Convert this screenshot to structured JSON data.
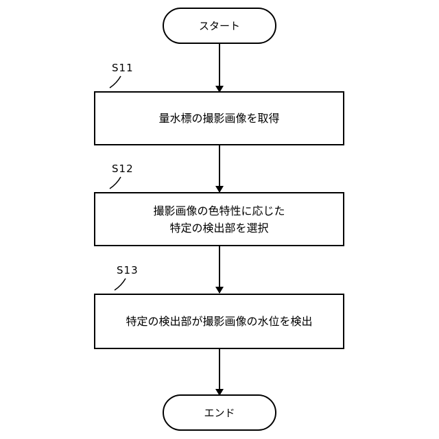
{
  "flowchart": {
    "start": {
      "label": "スタート"
    },
    "end": {
      "label": "エンド"
    },
    "steps": [
      {
        "id": "S11",
        "lines": [
          "量水標の撮影画像を取得"
        ]
      },
      {
        "id": "S12",
        "lines": [
          "撮影画像の色特性に応じた",
          "特定の検出部を選択"
        ]
      },
      {
        "id": "S13",
        "lines": [
          "特定の検出部が撮影画像の水位を検出"
        ]
      }
    ]
  }
}
